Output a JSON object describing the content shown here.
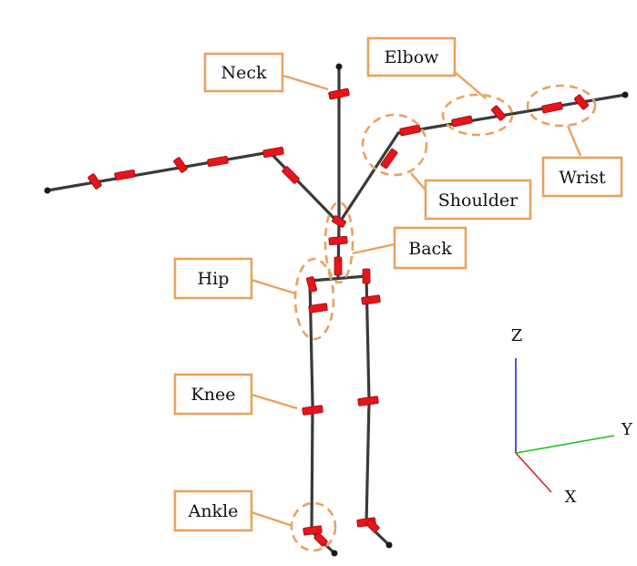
{
  "labels": {
    "neck": "Neck",
    "elbow": "Elbow",
    "wrist": "Wrist",
    "shoulder": "Shoulder",
    "back": "Back",
    "hip": "Hip",
    "knee": "Knee",
    "ankle": "Ankle"
  },
  "axes": {
    "z": "Z",
    "y": "Y",
    "x": "X"
  },
  "colors": {
    "skeleton": "#3a3a3a",
    "joint": "#e8141b",
    "callout_border": "#e8a25f",
    "callout_ellipse": "#e8a25f",
    "axis_z": "#2a2ad0",
    "axis_y": "#22c01e",
    "axis_x": "#d02a2a"
  }
}
